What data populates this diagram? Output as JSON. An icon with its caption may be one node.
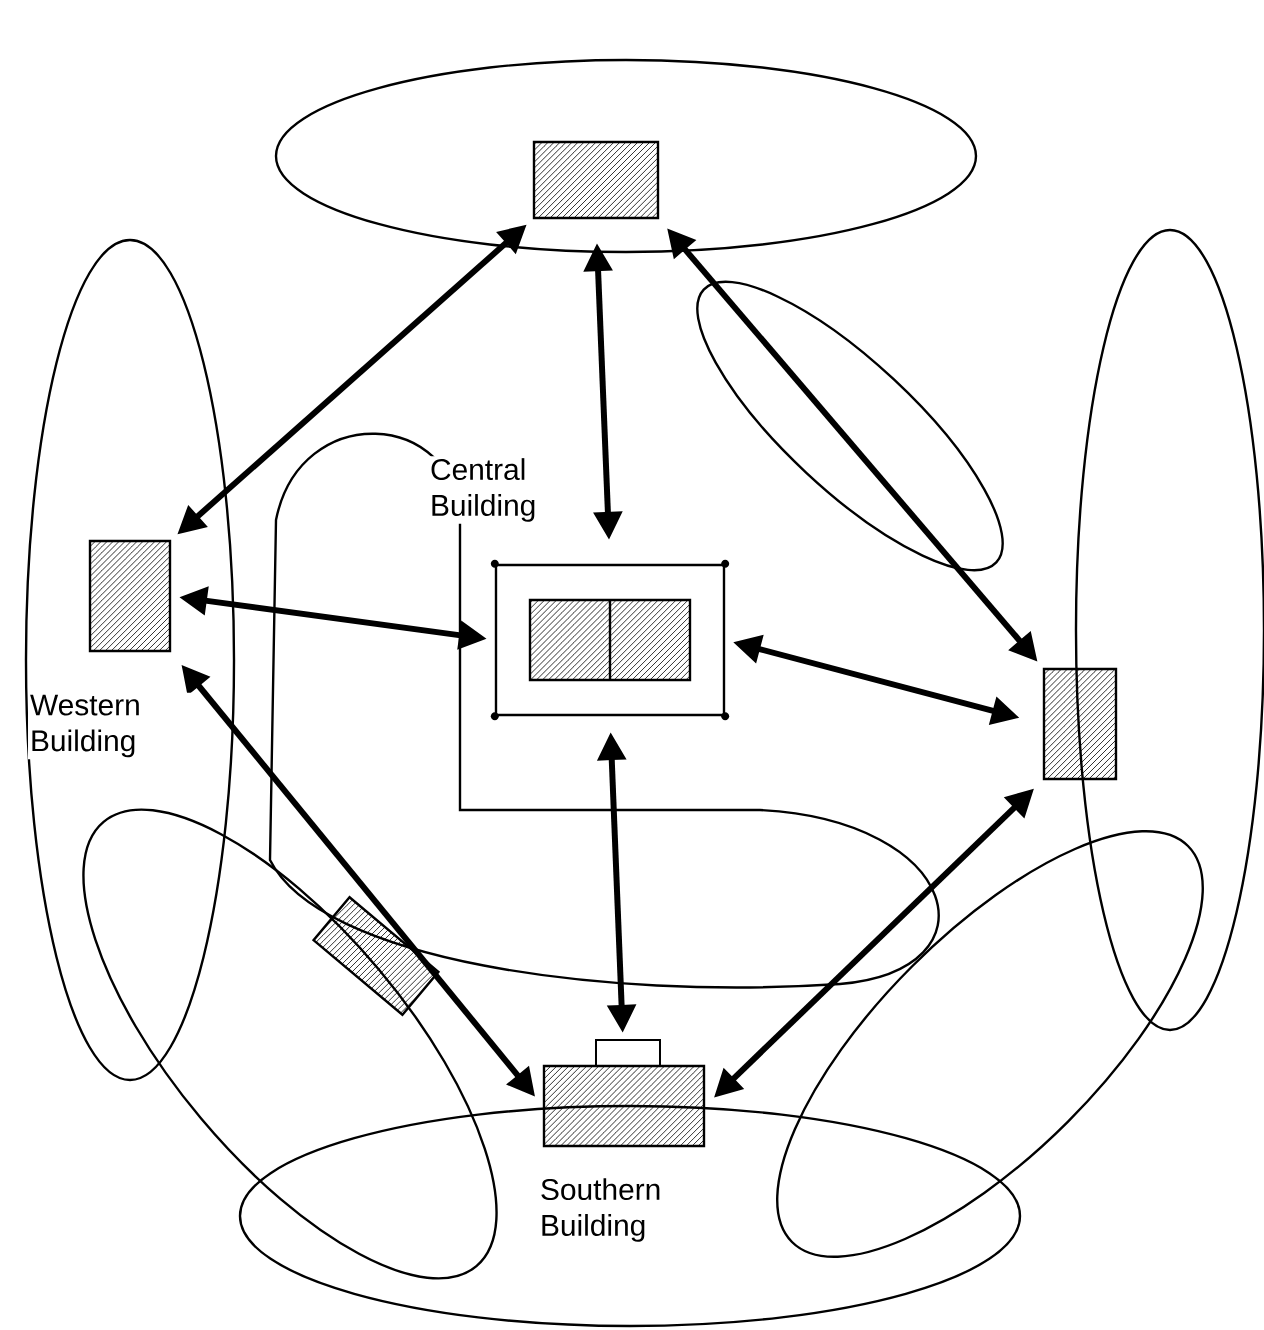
{
  "diagram": {
    "nodes": [
      {
        "text": [],
        "shape": "box"
      },
      {
        "text": [],
        "shape": "box",
        "beside": [
          "Western Building"
        ]
      },
      {
        "text": [],
        "shape": "box",
        "beside": [
          "Central Building"
        ]
      },
      {
        "text": [],
        "shape": "box"
      },
      {
        "text": [],
        "shape": "box",
        "beside": [
          "Southern Building"
        ]
      },
      {
        "text": [],
        "shape": "box"
      }
    ],
    "edges": [
      {
        "from": 0,
        "to": 1,
        "arrow": "both"
      },
      {
        "from": 0,
        "to": 2,
        "arrow": "both"
      },
      {
        "from": 0,
        "to": 3,
        "arrow": "both"
      },
      {
        "from": 1,
        "to": 2,
        "arrow": "both"
      },
      {
        "from": 2,
        "to": 3,
        "arrow": "both"
      },
      {
        "from": 2,
        "to": 4,
        "arrow": "both"
      },
      {
        "from": 1,
        "to": 4,
        "arrow": "both"
      },
      {
        "from": 3,
        "to": 4,
        "arrow": "both"
      }
    ]
  }
}
